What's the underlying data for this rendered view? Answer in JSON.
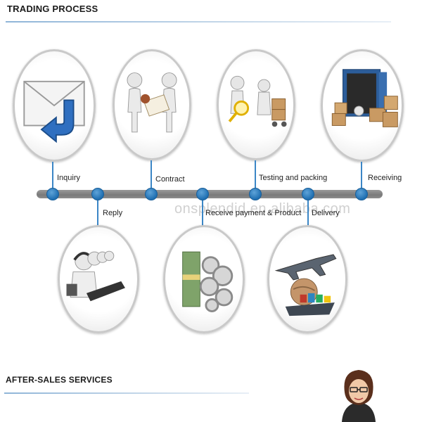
{
  "header": {
    "title": "TRADING  PROCESS"
  },
  "timeline": {
    "stages": [
      {
        "label": "Inquiry"
      },
      {
        "label": "Reply"
      },
      {
        "label": "Contract"
      },
      {
        "label": "Receive payment & Product"
      },
      {
        "label": "Testing and packing"
      },
      {
        "label": "Delivery"
      },
      {
        "label": "Receiving"
      }
    ]
  },
  "watermark": "onsplendid.en.alibaba.com",
  "after_sales": {
    "title": "AFTER-SALES SERVICES"
  },
  "icons": {
    "inquiry": "envelope-reply-icon",
    "contract": "handshake-contract-icon",
    "testing": "magnifier-boxes-icon",
    "receiving": "container-boxes-icon",
    "reply": "call-center-icon",
    "payment": "money-gears-icon",
    "delivery": "plane-ship-globe-icon"
  },
  "colors": {
    "accent": "#1f6fb2",
    "rule": "#8fb5d8",
    "bar": "#8a8a8a"
  }
}
